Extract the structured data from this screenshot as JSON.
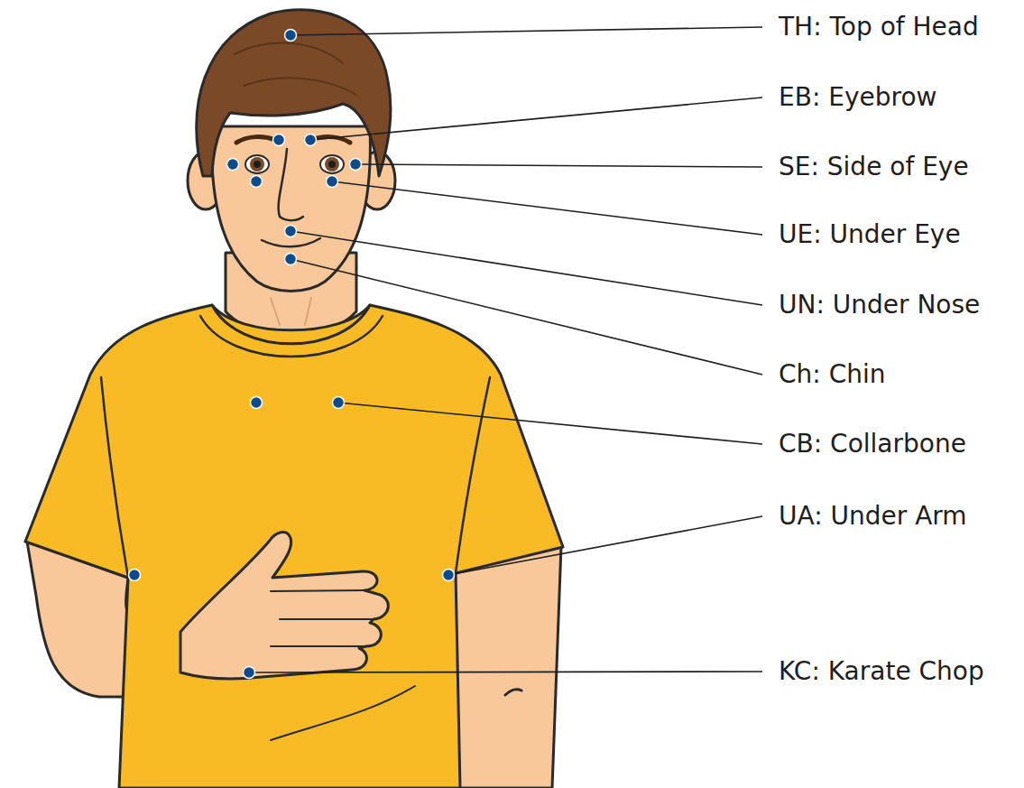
{
  "diagram": {
    "labels": [
      "TH: Top of Head",
      "EB: Eyebrow",
      "SE: Side of Eye",
      "UE: Under Eye",
      "UN: Under Nose",
      "Ch: Chin",
      "CB: Collarbone",
      "UA: Under Arm",
      "KC: Karate Chop"
    ]
  }
}
